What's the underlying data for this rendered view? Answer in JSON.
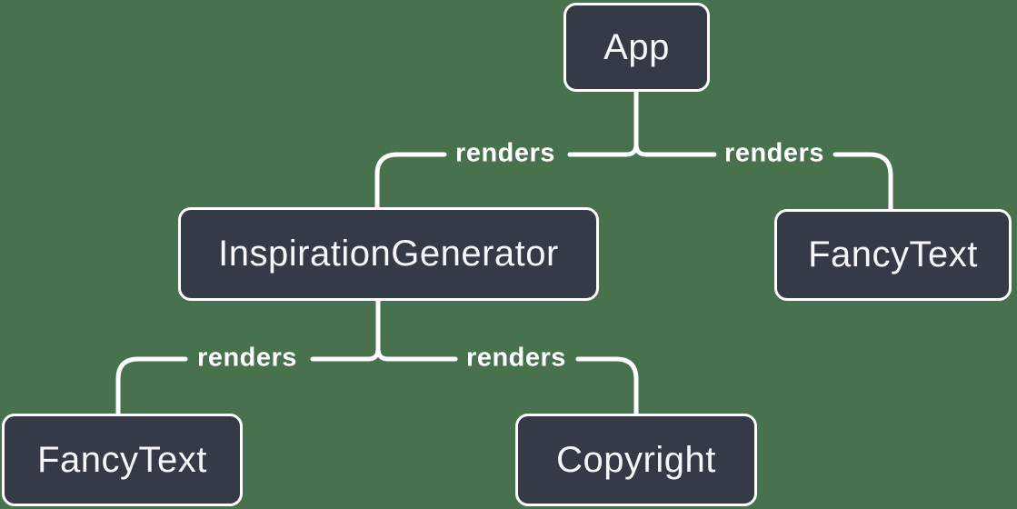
{
  "diagram": {
    "type": "component-render-tree",
    "colors": {
      "background": "#48724E",
      "node_fill": "#343A46",
      "node_border": "#FFFFFF",
      "edge_line": "#FFFFFF",
      "text": "#F6F7F9"
    },
    "nodes": [
      {
        "id": "app",
        "label": "App"
      },
      {
        "id": "inspiration-generator",
        "label": "InspirationGenerator"
      },
      {
        "id": "fancy-text-top",
        "label": "FancyText"
      },
      {
        "id": "fancy-text-bottom",
        "label": "FancyText"
      },
      {
        "id": "copyright",
        "label": "Copyright"
      }
    ],
    "edges": [
      {
        "from": "App",
        "to": "InspirationGenerator",
        "label": "renders"
      },
      {
        "from": "App",
        "to": "FancyText",
        "label": "renders"
      },
      {
        "from": "InspirationGenerator",
        "to": "FancyText",
        "label": "renders"
      },
      {
        "from": "InspirationGenerator",
        "to": "Copyright",
        "label": "renders"
      }
    ]
  }
}
